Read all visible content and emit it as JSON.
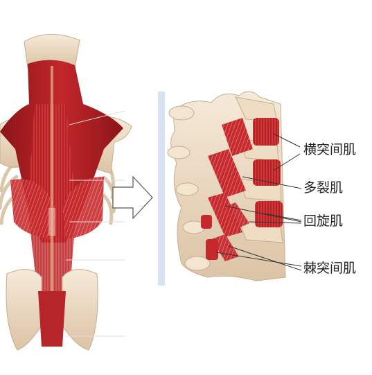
{
  "figure": {
    "labels": [
      {
        "text": "横突间肌"
      },
      {
        "text": "多裂肌"
      },
      {
        "text": "回旋肌"
      },
      {
        "text": "棘突间肌"
      }
    ]
  },
  "colors": {
    "muscle_red": "#b91f24",
    "muscle_dark": "#7e1114",
    "bone": "#efe0c9",
    "bone_shade": "#d2b89a",
    "fibre": "#e77f7a",
    "arrow": "#ffffff",
    "arrow_stroke": "#555555",
    "leader": "#333333",
    "divider": "#d6e4f2"
  }
}
